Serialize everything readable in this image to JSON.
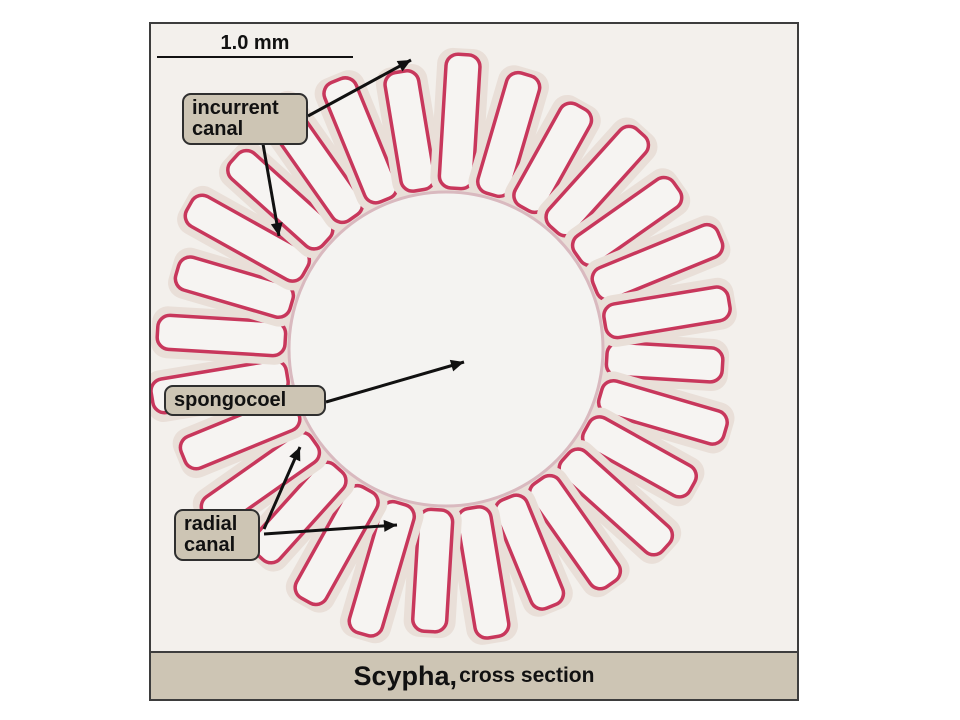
{
  "scale_bar": {
    "label": "1.0 mm"
  },
  "labels": {
    "incurrent_canal": "incurrent\ncanal",
    "spongocoel": "spongocoel",
    "radial_canal": "radial\ncanal"
  },
  "caption": {
    "title": "Scypha,",
    "subtitle": " cross section"
  },
  "colors": {
    "background": "#f3f0ec",
    "stain": "#c8375c",
    "label_fill": "#cdc5b4",
    "frame": "#3d3d3d"
  }
}
